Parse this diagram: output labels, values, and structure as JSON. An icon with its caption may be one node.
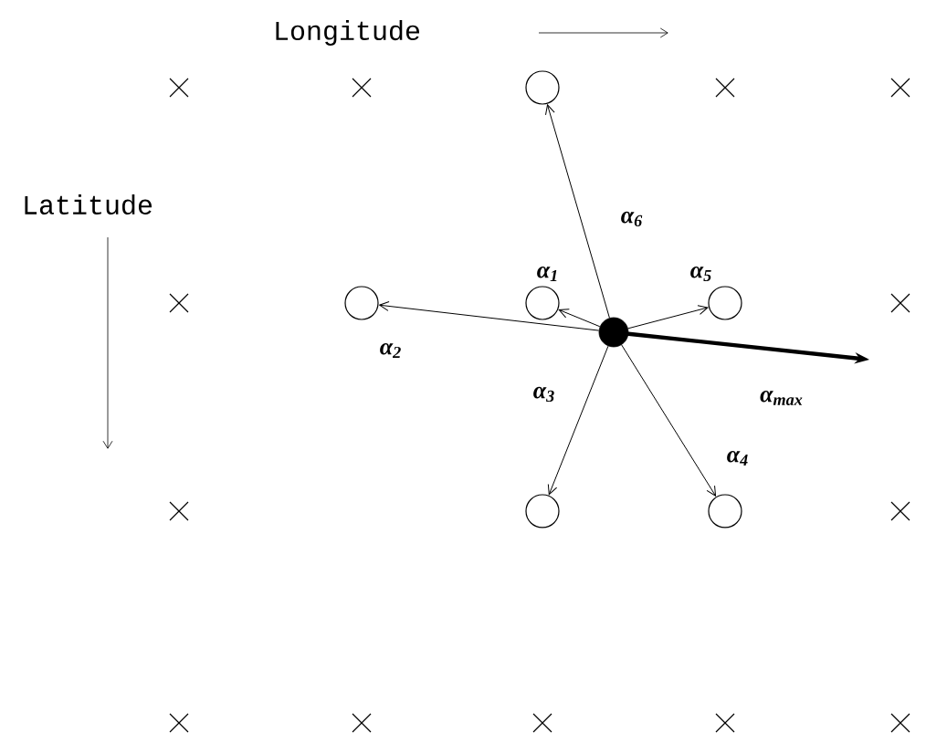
{
  "diagram": {
    "nodes": [
      {
        "text": [],
        "shape": "circle"
      },
      {
        "text": [],
        "shape": "circle"
      },
      {
        "text": [],
        "shape": "circle"
      },
      {
        "text": [],
        "shape": "circle"
      },
      {
        "text": [],
        "shape": "circle"
      },
      {
        "text": [],
        "shape": "circle"
      },
      {
        "text": [],
        "shape": "circle"
      }
    ],
    "edges": [
      {
        "from": 0,
        "to": 1,
        "arrow": "to",
        "label": "α$_{1}$"
      },
      {
        "from": 0,
        "to": 2,
        "arrow": "to",
        "label": "α$_{2}$"
      },
      {
        "from": 0,
        "to": 3,
        "arrow": "to",
        "label": "α$_{3}$"
      },
      {
        "from": 0,
        "to": 4,
        "arrow": "to",
        "label": "α$_{4}$"
      },
      {
        "from": 0,
        "to": 5,
        "arrow": "to",
        "label": "α$_{5}$"
      },
      {
        "from": 0,
        "to": 6,
        "arrow": "to",
        "label": "α$_{6}$"
      },
      {
        "from": 0,
        "to": null,
        "arrow": "to",
        "label": "α$_{max}$",
        "style": "thick"
      }
    ],
    "labels": [
      "Longitude",
      "Latitude"
    ]
  }
}
